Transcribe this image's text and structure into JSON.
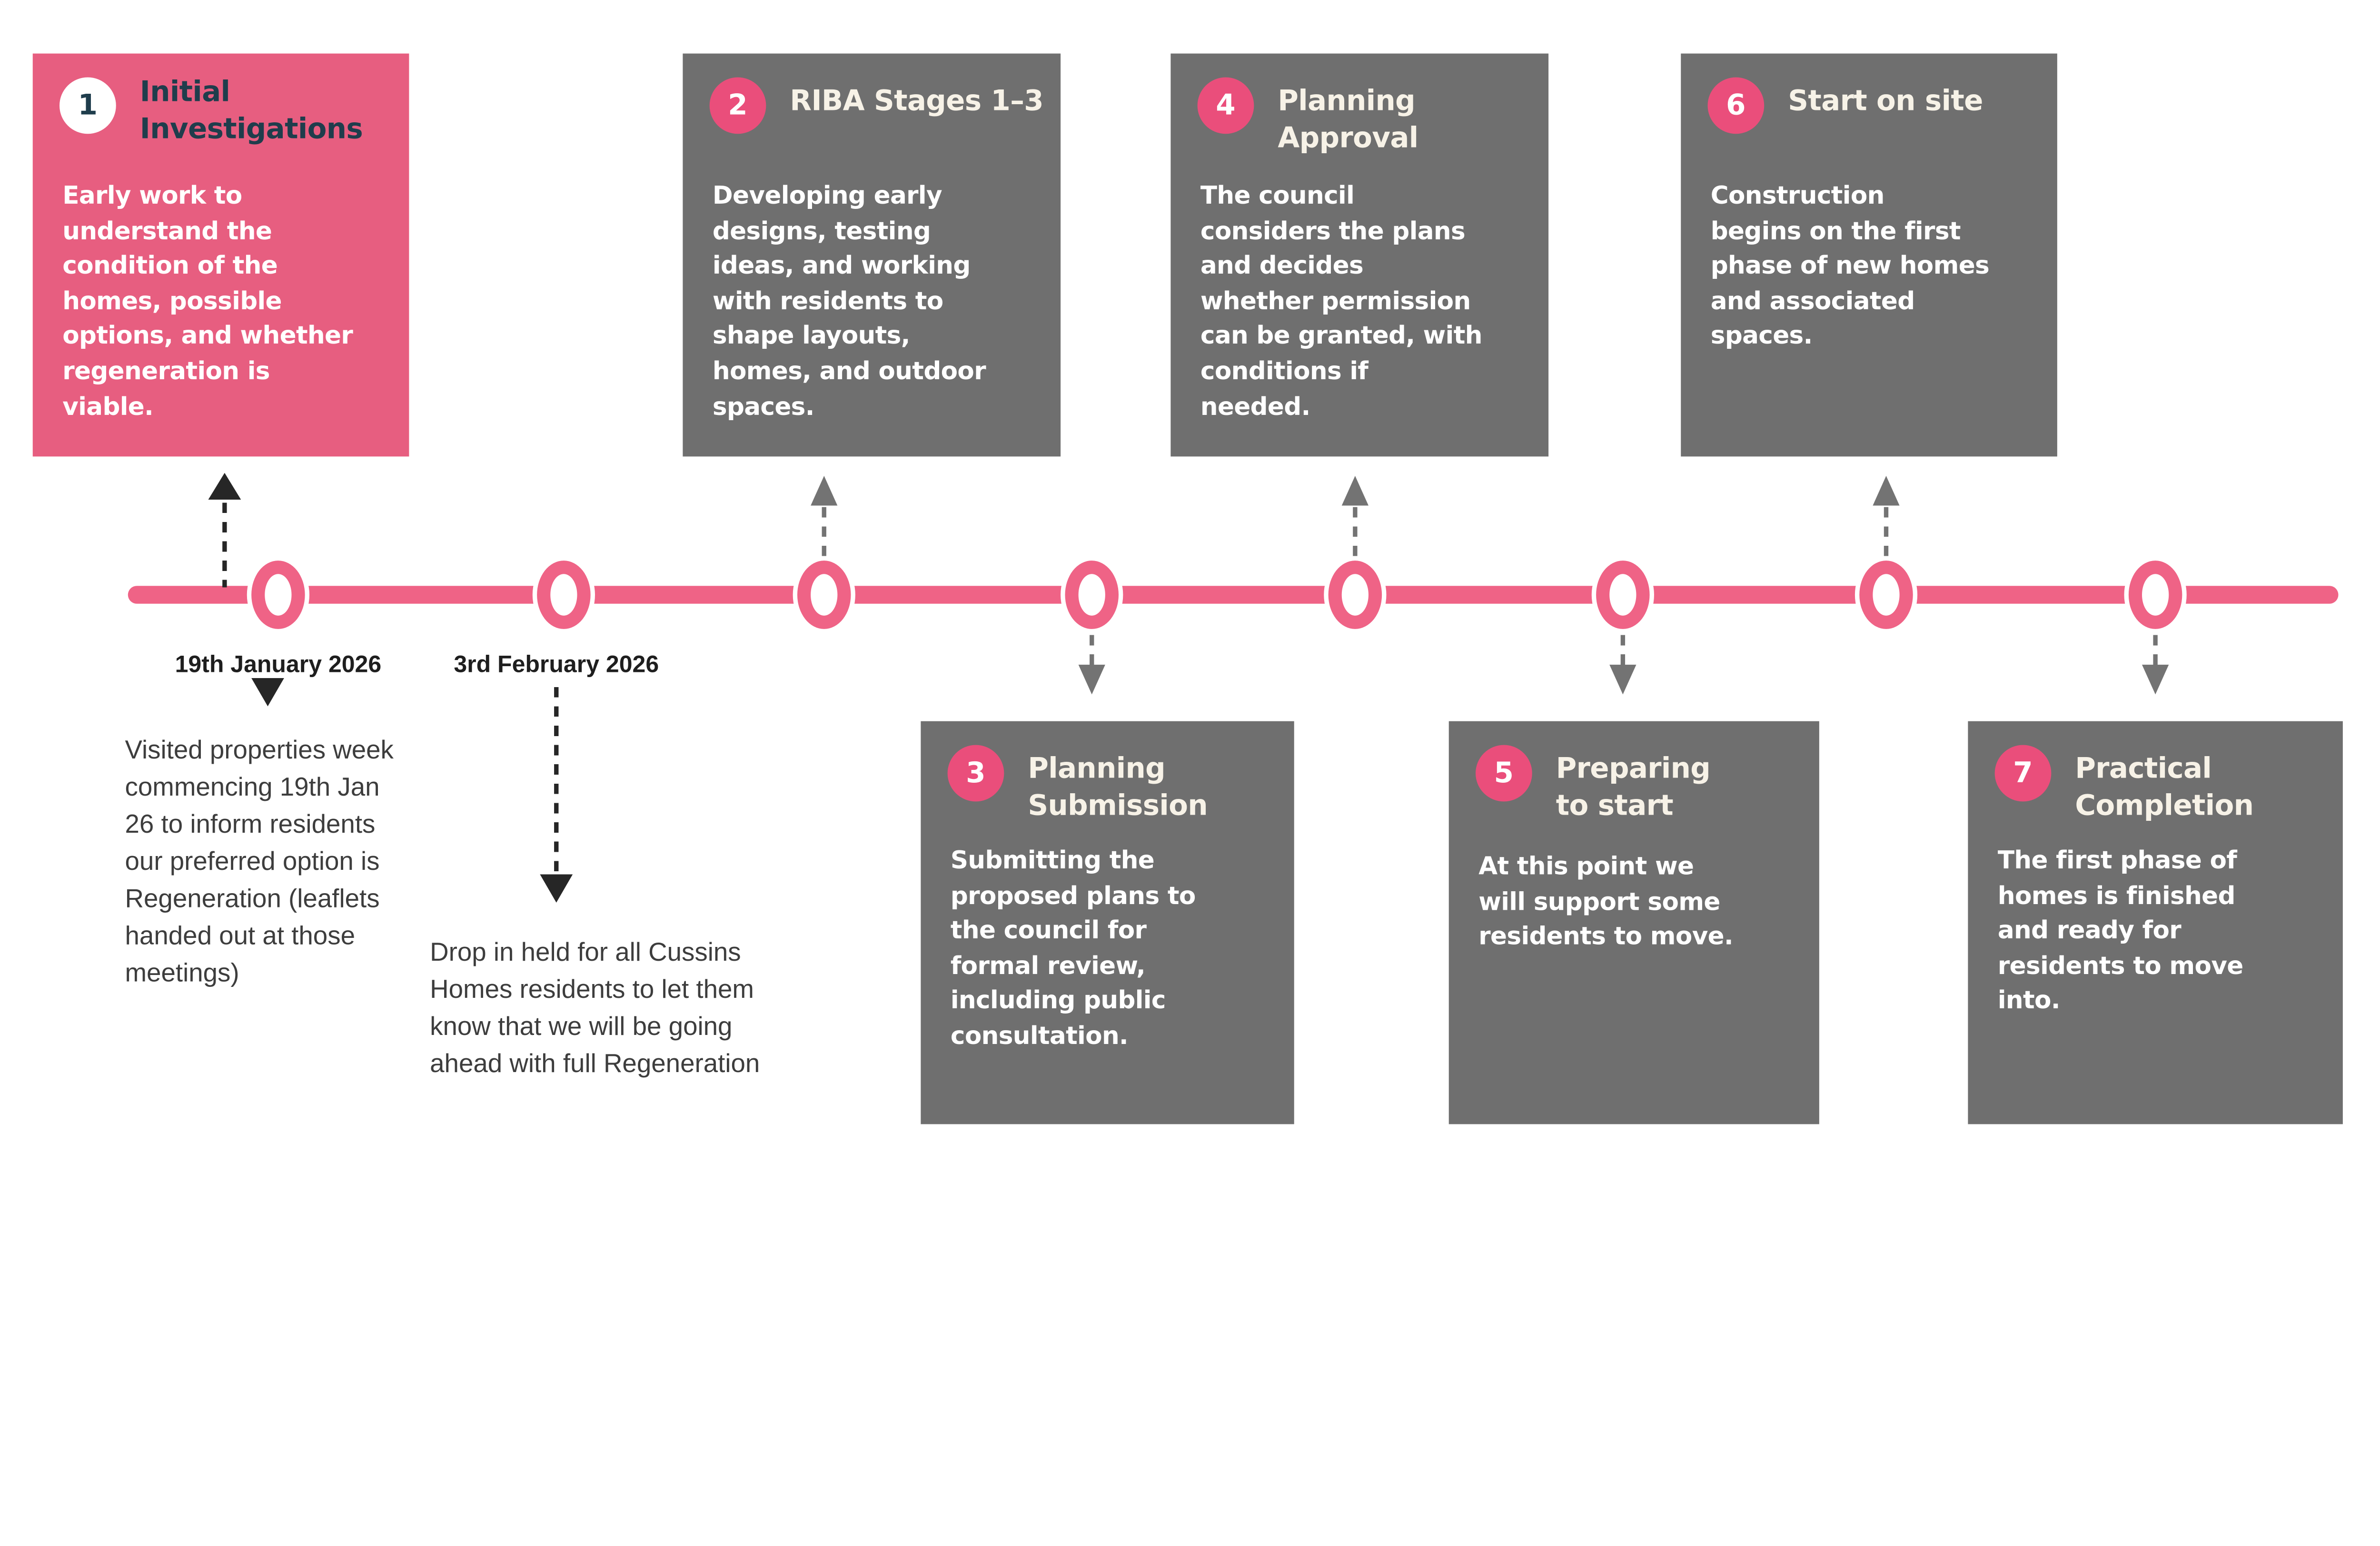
{
  "colors": {
    "pink_line": "#EF6386",
    "pink_card": "#E75E80",
    "pink_badge": "#EA4E7B",
    "grey_card": "#6F6F6F",
    "grey_arrow": "#737373",
    "navy_text": "#1F3D4C",
    "cream_text": "#F7F2E7",
    "black_arrow": "#262626",
    "note_text": "#3D3D3D"
  },
  "stages": [
    {
      "number": "1",
      "title": "Initial\nInvestigations",
      "body": "Early work to\nunderstand the\ncondition of the\nhomes, possible\noptions, and whether\nregeneration is\nviable."
    },
    {
      "number": "2",
      "title": "RIBA Stages 1–3",
      "body": "Developing early\ndesigns, testing\nideas, and working\nwith residents to\nshape layouts,\nhomes, and outdoor\nspaces."
    },
    {
      "number": "3",
      "title": "Planning\nSubmission",
      "body": "Submitting the\nproposed plans to\nthe council for\nformal review,\nincluding public\nconsultation."
    },
    {
      "number": "4",
      "title": "Planning\nApproval",
      "body": "The council\nconsiders the plans\nand decides\nwhether permission\ncan be granted, with\nconditions if\nneeded."
    },
    {
      "number": "5",
      "title": "Preparing\nto start",
      "body": "At this point we\nwill support some\nresidents to move."
    },
    {
      "number": "6",
      "title": "Start on site",
      "body": "Construction\nbegins on the first\nphase of new homes\nand associated\nspaces."
    },
    {
      "number": "7",
      "title": "Practical\nCompletion",
      "body": "The first phase of\nhomes is finished\nand ready for\nresidents to move\ninto."
    }
  ],
  "dates": [
    {
      "label": "19th January 2026",
      "note": "Visited properties week\ncommencing 19th Jan\n26 to inform residents\nour preferred option is\nRegeneration (leaflets\nhanded out at those\nmeetings)"
    },
    {
      "label": "3rd February 2026",
      "note": "Drop in held for all Cussins\nHomes residents to let them\nknow that we will be going\nahead with full Regeneration"
    }
  ]
}
